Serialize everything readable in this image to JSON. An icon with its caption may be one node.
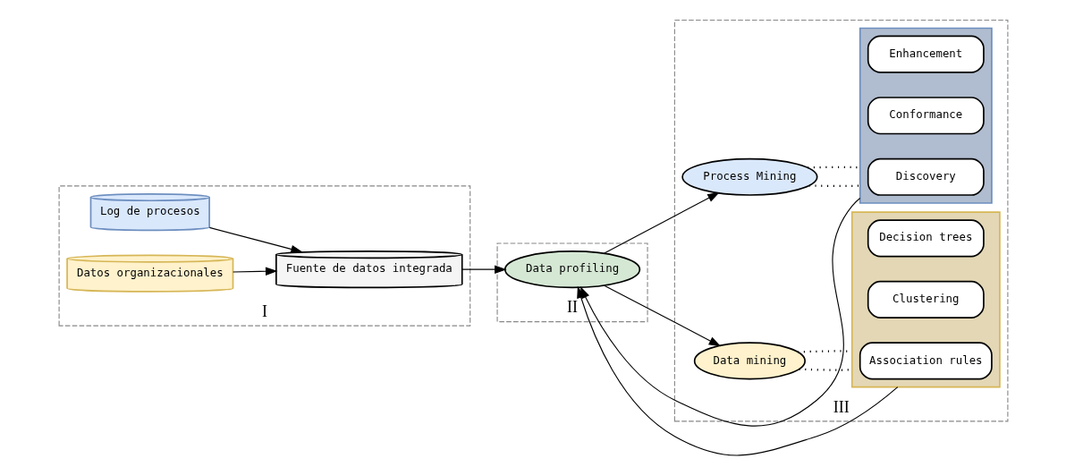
{
  "diagram": {
    "nodes": [
      {
        "text": [
          "I"
        ]
      },
      {
        "text": [
          "II"
        ]
      },
      {
        "text": [
          "III"
        ]
      },
      {
        "text": [
          "Log de procesos"
        ],
        "in": 0
      },
      {
        "text": [
          "Datos organizacionales"
        ],
        "in": 0
      },
      {
        "text": [
          "Fuente de datos integrada"
        ],
        "in": 0
      },
      {
        "text": [
          "Data profiling"
        ],
        "in": 1
      },
      {
        "text": [
          "Process Mining"
        ],
        "in": 2
      },
      {
        "text": [
          "Data mining"
        ],
        "in": 2
      },
      {
        "text": [],
        "shape": "box",
        "in": 2
      },
      {
        "text": [
          "Discovery"
        ],
        "in": 9
      },
      {
        "text": [
          "Conformance"
        ],
        "in": 9
      },
      {
        "text": [
          "Enhancement"
        ],
        "in": 9
      },
      {
        "text": [],
        "shape": "box",
        "in": 2
      },
      {
        "text": [
          "Association rules"
        ],
        "in": 13
      },
      {
        "text": [
          "Clustering"
        ],
        "in": 13
      },
      {
        "text": [
          "Decision trees"
        ],
        "in": 13
      }
    ],
    "edges": [
      {
        "from": 3,
        "to": 5,
        "arrow": "to"
      },
      {
        "from": 4,
        "to": 5,
        "arrow": "to"
      },
      {
        "from": 5,
        "to": 6,
        "arrow": "to"
      },
      {
        "from": 6,
        "to": 7,
        "arrow": "to"
      },
      {
        "from": 6,
        "to": 8,
        "arrow": "to"
      },
      {
        "from": 9,
        "to": 6,
        "arrow": "to"
      },
      {
        "from": 13,
        "to": 6,
        "arrow": "to"
      },
      {
        "from": 7,
        "to": 9,
        "arrow": "none",
        "style": "dashed"
      },
      {
        "from": 7,
        "to": 9,
        "arrow": "none",
        "style": "dashed"
      },
      {
        "from": 8,
        "to": 13,
        "arrow": "none",
        "style": "dashed"
      },
      {
        "from": 8,
        "to": 13,
        "arrow": "none",
        "style": "dashed"
      }
    ]
  }
}
